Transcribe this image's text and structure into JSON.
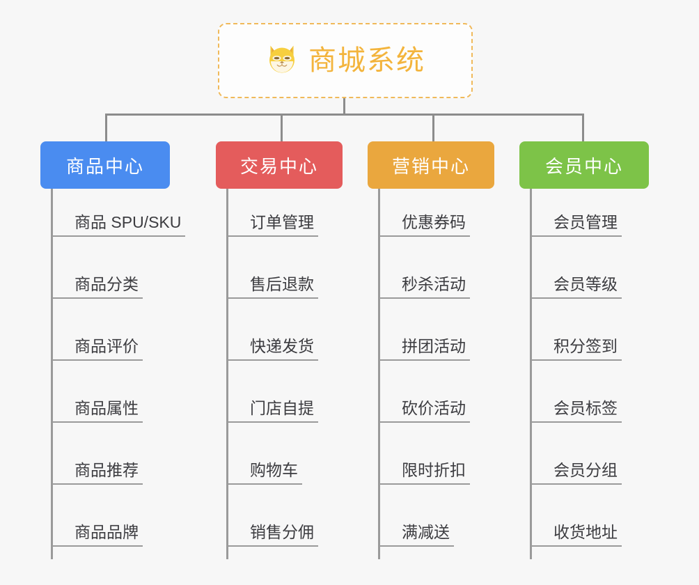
{
  "root": {
    "title": "商城系统",
    "icon": "shiba-inu-icon",
    "border_color": "#f0b95a",
    "text_color": "#f3b43c"
  },
  "canvas": {
    "background": "#f7f7f7",
    "line_color": "#8c8c8c"
  },
  "branches": [
    {
      "id": "product-center",
      "label": "商品中心",
      "color": "#4a8cf0",
      "leaves": [
        "商品 SPU/SKU",
        "商品分类",
        "商品评价",
        "商品属性",
        "商品推荐",
        "商品品牌"
      ]
    },
    {
      "id": "trade-center",
      "label": "交易中心",
      "color": "#e45c5c",
      "leaves": [
        "订单管理",
        "售后退款",
        "快递发货",
        "门店自提",
        "购物车",
        "销售分佣"
      ]
    },
    {
      "id": "marketing-center",
      "label": "营销中心",
      "color": "#eaa73e",
      "leaves": [
        "优惠券码",
        "秒杀活动",
        "拼团活动",
        "砍价活动",
        "限时折扣",
        "满减送"
      ]
    },
    {
      "id": "member-center",
      "label": "会员中心",
      "color": "#7dc348",
      "leaves": [
        "会员管理",
        "会员等级",
        "积分签到",
        "会员标签",
        "会员分组",
        "收货地址"
      ]
    }
  ]
}
